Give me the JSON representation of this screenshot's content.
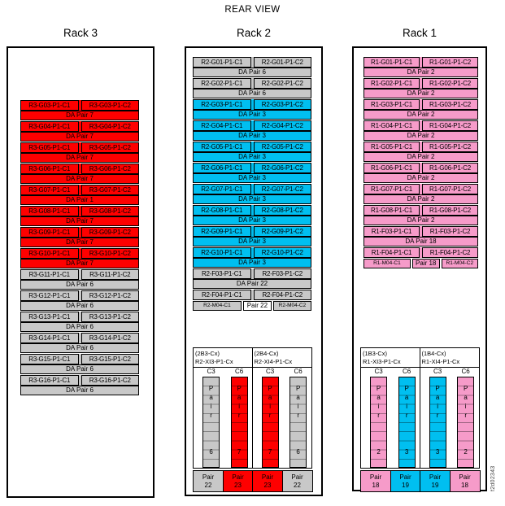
{
  "title": "REAR VIEW",
  "figure_id": "f2d02343",
  "colors": {
    "red": "#FE0000",
    "gray": "#C8C8C8",
    "cyan": "#00BFF0",
    "pink": "#F69BC9",
    "white": "#FFFFFF"
  },
  "racks": [
    {
      "name": "Rack 3",
      "groups": [
        {
          "c1": "R3-G03-P1-C1",
          "c2": "R3-G03-P1-C2",
          "pair": "DA Pair 7",
          "color": "red"
        },
        {
          "c1": "R3-G04-P1-C1",
          "c2": "R3-G04-P1-C2",
          "pair": "DA Pair 7",
          "color": "red"
        },
        {
          "c1": "R3-G05-P1-C1",
          "c2": "R3-G05-P1-C2",
          "pair": "DA Pair 7",
          "color": "red"
        },
        {
          "c1": "R3-G06-P1-C1",
          "c2": "R3-G06-P1-C2",
          "pair": "DA Pair 7",
          "color": "red"
        },
        {
          "c1": "R3-G07-P1-C1",
          "c2": "R3-G07-P1-C2",
          "pair": "DA Pair 1",
          "color": "red"
        },
        {
          "c1": "R3-G08-P1-C1",
          "c2": "R3-G08-P1-C2",
          "pair": "DA Pair 7",
          "color": "red"
        },
        {
          "c1": "R3-G09-P1-C1",
          "c2": "R3-G09-P1-C2",
          "pair": "DA Pair 7",
          "color": "red"
        },
        {
          "c1": "R3-G10-P1-C1",
          "c2": "R3-G10-P1-C2",
          "pair": "DA Pair 7",
          "color": "red"
        },
        {
          "c1": "R3-G11-P1-C1",
          "c2": "R3-G11-P1-C2",
          "pair": "DA Pair 6",
          "color": "gray"
        },
        {
          "c1": "R3-G12-P1-C1",
          "c2": "R3-G12-P1-C2",
          "pair": "DA Pair 6",
          "color": "gray"
        },
        {
          "c1": "R3-G13-P1-C1",
          "c2": "R3-G13-P1-C2",
          "pair": "DA Pair 6",
          "color": "gray"
        },
        {
          "c1": "R3-G14-P1-C1",
          "c2": "R3-G14-P1-C2",
          "pair": "DA Pair 6",
          "color": "gray"
        },
        {
          "c1": "R3-G15-P1-C1",
          "c2": "R3-G15-P1-C2",
          "pair": "DA Pair 6",
          "color": "gray"
        },
        {
          "c1": "R3-G16-P1-C1",
          "c2": "R3-G16-P1-C2",
          "pair": "DA Pair 6",
          "color": "gray"
        }
      ],
      "m04": null,
      "bottom": null
    },
    {
      "name": "Rack 2",
      "groups": [
        {
          "c1": "R2-G01-P1-C1",
          "c2": "R2-G01-P1-C2",
          "pair": "DA Pair 6",
          "color": "gray"
        },
        {
          "c1": "R2-G02-P1-C1",
          "c2": "R2-G02-P1-C2",
          "pair": "DA Pair 6",
          "color": "gray"
        },
        {
          "c1": "R2-G03-P1-C1",
          "c2": "R2-G03-P1-C2",
          "pair": "DA Pair 3",
          "color": "cyan"
        },
        {
          "c1": "R2-G04-P1-C1",
          "c2": "R2-G04-P1-C2",
          "pair": "DA Pair 3",
          "color": "cyan"
        },
        {
          "c1": "R2-G05-P1-C1",
          "c2": "R2-G05-P1-C2",
          "pair": "DA Pair 3",
          "color": "cyan"
        },
        {
          "c1": "R2-G06-P1-C1",
          "c2": "R2-G06-P1-C2",
          "pair": "DA Pair 3",
          "color": "cyan"
        },
        {
          "c1": "R2-G07-P1-C1",
          "c2": "R2-G07-P1-C2",
          "pair": "DA Pair 3",
          "color": "cyan"
        },
        {
          "c1": "R2-G08-P1-C1",
          "c2": "R2-G08-P1-C2",
          "pair": "DA Pair 3",
          "color": "cyan"
        },
        {
          "c1": "R2-G09-P1-C1",
          "c2": "R2-G09-P1-C2",
          "pair": "DA Pair 3",
          "color": "cyan"
        },
        {
          "c1": "R2-G10-P1-C1",
          "c2": "R2-G10-P1-C2",
          "pair": "DA Pair 3",
          "color": "cyan"
        },
        {
          "c1": "R2-F03-P1-C1",
          "c2": "R2-F03-P1-C2",
          "pair": "DA Pair 22",
          "color": "gray"
        },
        {
          "c1": "R2-F04-P1-C1",
          "c2": "R2-F04-P1-C2",
          "pair": null,
          "color": "gray"
        }
      ],
      "m04": {
        "c1": "R2-M04-C1",
        "mid": "Pair 22",
        "c2": "R2-M04-C2",
        "color": "gray",
        "mid_color": "white"
      },
      "bottom": {
        "boxes": [
          {
            "tag": "(2B3-Cx)",
            "port": "R2-XI3-P1-Cx",
            "cols": [
              {
                "label": "C3",
                "word": "Pair",
                "num": "6",
                "color": "gray"
              },
              {
                "label": "C6",
                "word": "Pair",
                "num": "7",
                "color": "red"
              }
            ]
          },
          {
            "tag": "(2B4-Cx)",
            "port": "R2-XI4-P1-Cx",
            "cols": [
              {
                "label": "C3",
                "word": "Pair",
                "num": "7",
                "color": "red"
              },
              {
                "label": "C6",
                "word": "Pair",
                "num": "6",
                "color": "gray"
              }
            ]
          }
        ],
        "pairs": [
          {
            "word": "Pair",
            "num": "22",
            "color": "gray"
          },
          {
            "word": "Pair",
            "num": "23",
            "color": "red"
          },
          {
            "word": "Pair",
            "num": "23",
            "color": "red"
          },
          {
            "word": "Pair",
            "num": "22",
            "color": "gray"
          }
        ]
      }
    },
    {
      "name": "Rack 1",
      "groups": [
        {
          "c1": "R1-G01-P1-C1",
          "c2": "R1-G01-P1-C2",
          "pair": "DA Pair 2",
          "color": "pink"
        },
        {
          "c1": "R1-G02-P1-C1",
          "c2": "R1-G02-P1-C2",
          "pair": "DA Pair 2",
          "color": "pink"
        },
        {
          "c1": "R1-G03-P1-C1",
          "c2": "R1-G03-P1-C2",
          "pair": "DA Pair 2",
          "color": "pink"
        },
        {
          "c1": "R1-G04-P1-C1",
          "c2": "R1-G04-P1-C2",
          "pair": "DA Pair 2",
          "color": "pink"
        },
        {
          "c1": "R1-G05-P1-C1",
          "c2": "R1-G05-P1-C2",
          "pair": "DA Pair 2",
          "color": "pink"
        },
        {
          "c1": "R1-G06-P1-C1",
          "c2": "R1-G06-P1-C2",
          "pair": "DA Pair 2",
          "color": "pink"
        },
        {
          "c1": "R1-G07-P1-C1",
          "c2": "R1-G07-P1-C2",
          "pair": "DA Pair 2",
          "color": "pink"
        },
        {
          "c1": "R1-G08-P1-C1",
          "c2": "R1-G08-P1-C2",
          "pair": "DA Pair 2",
          "color": "pink"
        },
        {
          "c1": "R1-F03-P1-C1",
          "c2": "R1-F03-P1-C2",
          "pair": "DA Pair 18",
          "color": "pink"
        },
        {
          "c1": "R1-F04-P1-C1",
          "c2": "R1-F04-P1-C2",
          "pair": null,
          "color": "pink"
        }
      ],
      "m04": {
        "c1": "R1-M04-C1",
        "mid": "Pair 18",
        "c2": "R1-M04-C2",
        "color": "pink",
        "mid_color": "pink"
      },
      "bottom": {
        "boxes": [
          {
            "tag": "(1B3-Cx)",
            "port": "R1-XI3-P1-Cx",
            "cols": [
              {
                "label": "C3",
                "word": "Pair",
                "num": "2",
                "color": "pink"
              },
              {
                "label": "C6",
                "word": "Pair",
                "num": "3",
                "color": "cyan"
              }
            ]
          },
          {
            "tag": "(1B4-Cx)",
            "port": "R1-XI4-P1-Cx",
            "cols": [
              {
                "label": "C3",
                "word": "Pair",
                "num": "3",
                "color": "cyan"
              },
              {
                "label": "C6",
                "word": "Pair",
                "num": "2",
                "color": "pink"
              }
            ]
          }
        ],
        "pairs": [
          {
            "word": "Pair",
            "num": "18",
            "color": "pink"
          },
          {
            "word": "Pair",
            "num": "19",
            "color": "cyan"
          },
          {
            "word": "Pair",
            "num": "19",
            "color": "cyan"
          },
          {
            "word": "Pair",
            "num": "18",
            "color": "pink"
          }
        ]
      }
    }
  ]
}
